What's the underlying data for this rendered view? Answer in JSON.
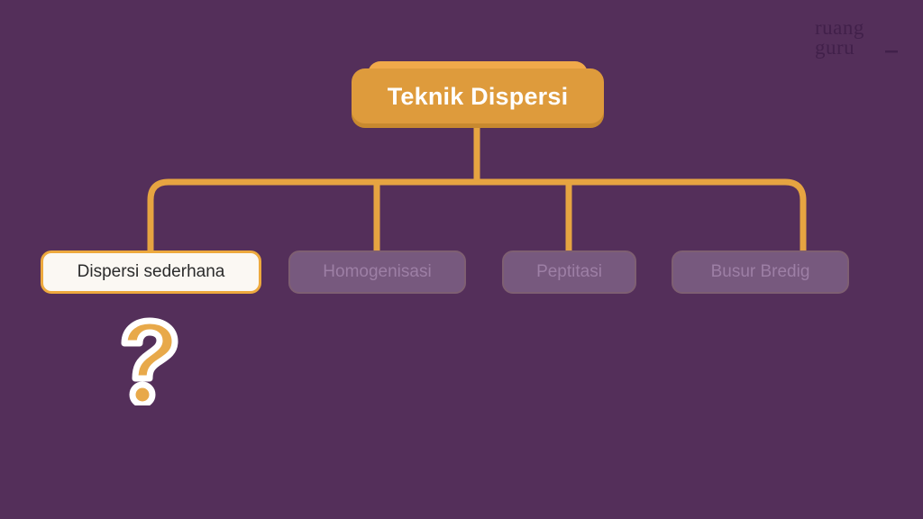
{
  "slide": {
    "background_color": "#542F5A",
    "accent_color": "#DE9B3C",
    "brand": {
      "name": "ruangguru",
      "line1": "ruang",
      "line2": "guru"
    }
  },
  "diagram": {
    "type": "tree",
    "root": {
      "label": "Teknik Dispersi",
      "text_color": "#FFFFFF",
      "fill_color": "#DE9B3C",
      "highlight_color": "#F0A94A"
    },
    "connector_color": "#E6A441",
    "children": [
      {
        "label": "Dispersi sederhana",
        "state": "highlighted",
        "fill_color": "#FBF8F3",
        "border_color": "#EDA93E",
        "text_color": "#2B2B2B"
      },
      {
        "label": "Homogenisasi",
        "state": "dimmed",
        "fill_color": "#77597E",
        "border_color": "#7E5F72",
        "text_color": "#9D7FA5"
      },
      {
        "label": "Peptitasi",
        "state": "dimmed",
        "fill_color": "#77597E",
        "border_color": "#7E5F72",
        "text_color": "#9D7FA5"
      },
      {
        "label": "Busur Bredig",
        "state": "dimmed",
        "fill_color": "#77597E",
        "border_color": "#7E5F72",
        "text_color": "#9D7FA5"
      }
    ]
  },
  "annotation": {
    "icon": "question-mark-icon",
    "fill_color": "#E8A94A",
    "outline_color": "#FFFFFF"
  }
}
